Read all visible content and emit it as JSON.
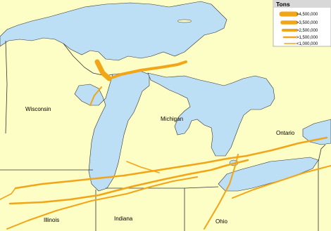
{
  "map": {
    "colors": {
      "land": "#fdfdc6",
      "water": "#bcdff5",
      "border": "#333333",
      "route": "#f2a516"
    },
    "labels": {
      "wisconsin": "Wisconsin",
      "michigan": "Michigan",
      "ontario": "Ontario",
      "illinois": "Illinois",
      "indiana": "Indiana",
      "ohio": "Ohio"
    },
    "legend": {
      "title": "Tons",
      "classes": [
        {
          "label": ">4,500,000",
          "tons": 4500000
        },
        {
          "label": ">3,500,000",
          "tons": 3500000
        },
        {
          "label": ">2,500,000",
          "tons": 2500000
        },
        {
          "label": ">1,500,000",
          "tons": 1500000
        },
        {
          "label": "<1,000,000",
          "tons": 1000000
        }
      ]
    }
  }
}
